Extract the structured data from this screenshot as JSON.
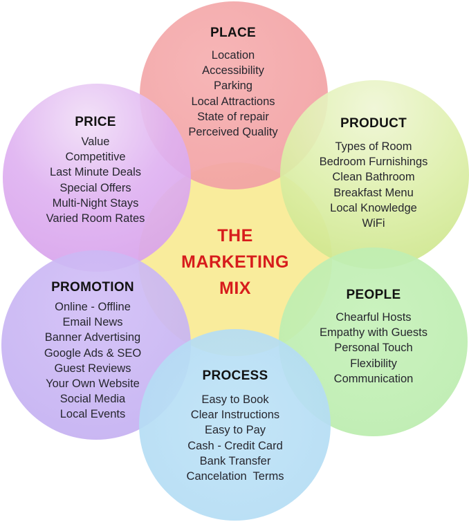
{
  "diagram": {
    "type": "overlapping-circles",
    "title": {
      "lines": [
        "THE",
        "MARKETING",
        "MIX"
      ],
      "color": "#d71c1c"
    },
    "center_color": "#f9ec9c",
    "segments": [
      {
        "id": "place",
        "heading": "PLACE",
        "color": "#f2a3a5",
        "items": [
          "Location",
          "Accessibility",
          "Parking",
          "Local Attractions",
          "State of repair",
          "Perceived Quality"
        ]
      },
      {
        "id": "product",
        "heading": "PRODUCT",
        "color": "#ddefaa",
        "items": [
          "Types of Room",
          "Bedroom Furnishings",
          "Clean Bathroom",
          "Breakfast Menu",
          "Local Knowledge",
          "WiFi"
        ]
      },
      {
        "id": "people",
        "heading": "PEOPLE",
        "color": "#bdedb0",
        "items": [
          "Chearful Hosts",
          "Empathy with Guests",
          "Personal Touch",
          "Flexibility",
          "Communication"
        ]
      },
      {
        "id": "process",
        "heading": "PROCESS",
        "color": "#b5ddf4",
        "items": [
          "Easy to Book",
          "Clear Instructions",
          "Easy to Pay",
          "Cash - Credit Card",
          "Bank Transfer",
          "Cancelation  Terms"
        ]
      },
      {
        "id": "promotion",
        "heading": "PROMOTION",
        "color": "#c8b5f3",
        "items": [
          "Online - Offline",
          "Email News",
          "Banner Advertising",
          "Google Ads & SEO",
          "Guest Reviews",
          "Your Own Website",
          "Social Media",
          "Local Events"
        ]
      },
      {
        "id": "price",
        "heading": "PRICE",
        "color": "#dfb2f1",
        "items": [
          "Value",
          "Competitive",
          "Last Minute Deals",
          "Special Offers",
          "Multi-Night Stays",
          "Varied Room Rates"
        ]
      }
    ]
  }
}
